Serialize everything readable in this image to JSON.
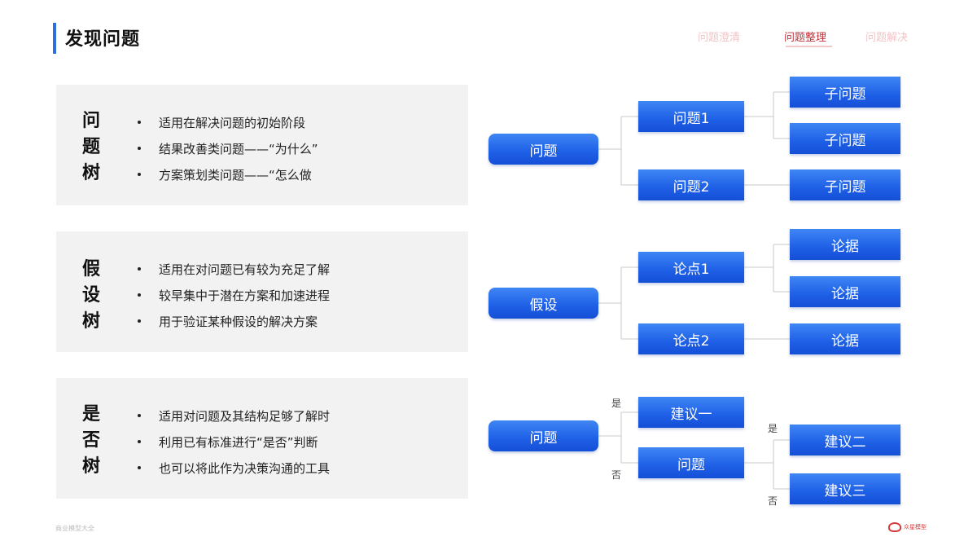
{
  "header": {
    "title": "发现问题",
    "tabs": [
      {
        "label": "问题澄清",
        "active": false
      },
      {
        "label": "问题整理",
        "active": true
      },
      {
        "label": "问题解决",
        "active": false
      }
    ]
  },
  "panels": [
    {
      "letters": [
        "问",
        "题",
        "树"
      ],
      "bullets": [
        "适用在解决问题的初始阶段",
        "结果改善类问题——“为什么”",
        "方案策划类问题——“怎么做"
      ]
    },
    {
      "letters": [
        "假",
        "设",
        "树"
      ],
      "bullets": [
        "适用在对问题已有较为充足了解",
        "较早集中于潜在方案和加速进程",
        "用于验证某种假设的解决方案"
      ]
    },
    {
      "letters": [
        "是",
        "否",
        "树"
      ],
      "bullets": [
        "适用对问题及其结构足够了解时",
        "利用已有标准进行“是否”判断",
        "也可以将此作为决策沟通的工具"
      ]
    }
  ],
  "trees": [
    {
      "root": "问题",
      "mid": [
        "问题1",
        "问题2"
      ],
      "leaves": [
        "子问题",
        "子问题",
        "子问题"
      ]
    },
    {
      "root": "假设",
      "mid": [
        "论点1",
        "论点2"
      ],
      "leaves": [
        "论据",
        "论据",
        "论据"
      ]
    },
    {
      "root": "问题",
      "mid": [
        "建议一",
        "问题"
      ],
      "leaves": [
        "建议二",
        "建议三"
      ],
      "edge_labels": {
        "yes1": "是",
        "no1": "否",
        "yes2": "是",
        "no2": "否"
      }
    }
  ],
  "footer": {
    "left": "商业模型大全",
    "logo": "众星模型"
  },
  "colors": {
    "accent": "#2f6fe0",
    "node_blue": "#1e5fe6",
    "tab_active": "#c0323a",
    "panel_bg": "#f2f2f2"
  }
}
